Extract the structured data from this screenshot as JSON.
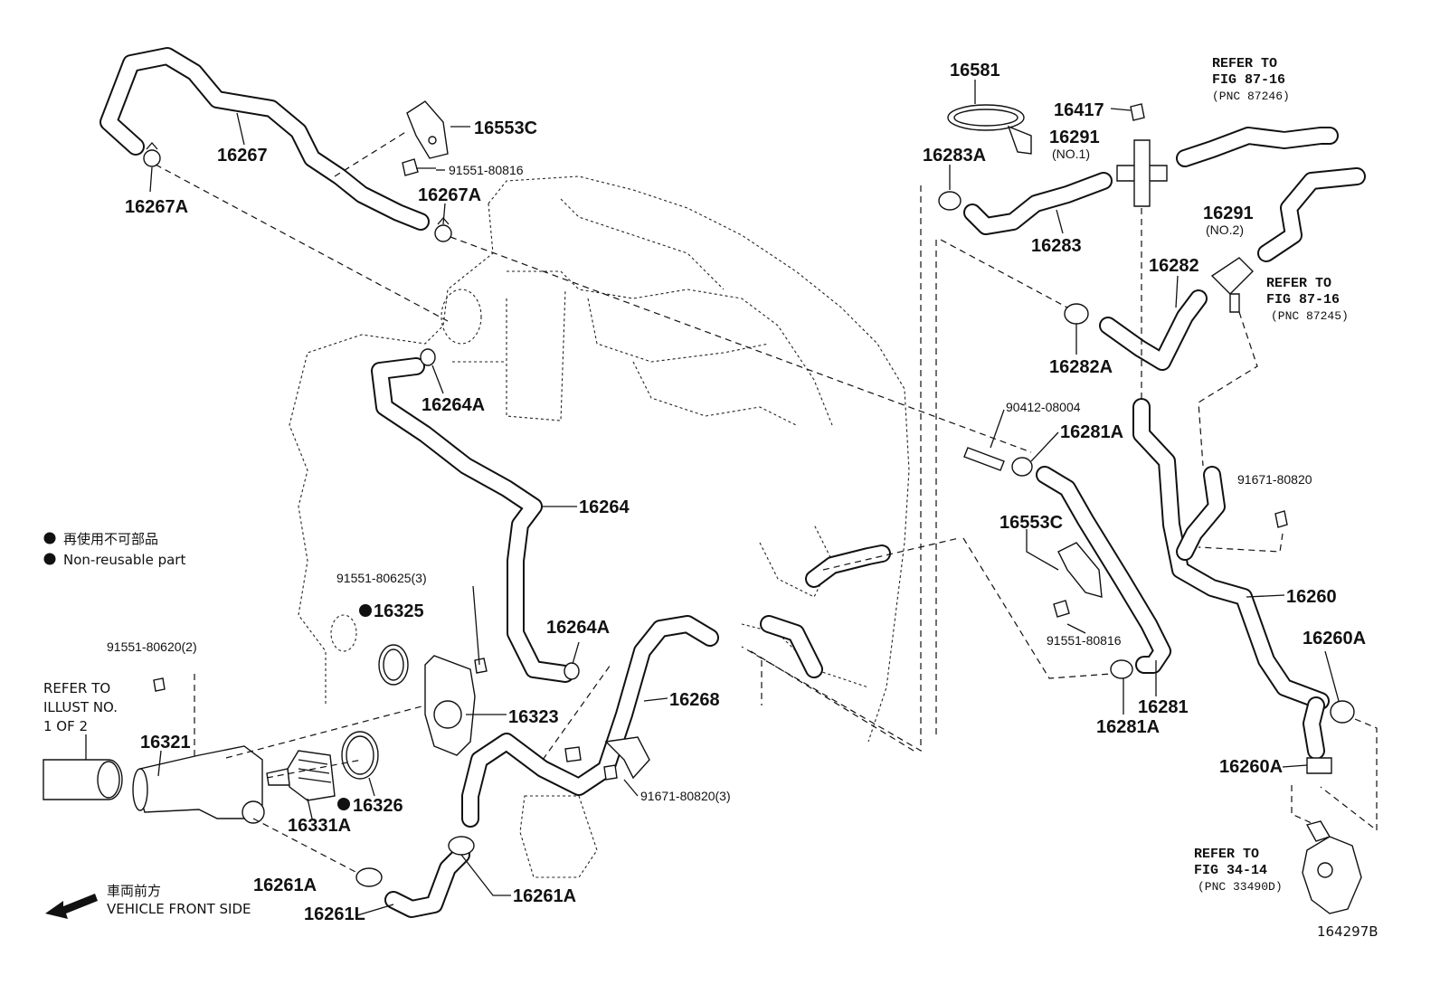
{
  "parts": {
    "p16267": "16267",
    "p16267A_1": "16267A",
    "p16553C_1": "16553C",
    "p91551_80816_1": "91551-80816",
    "p16267A_2": "16267A",
    "p16264A_1": "16264A",
    "p16264": "16264",
    "p91551_80625": "91551-80625(3)",
    "p16325": "16325",
    "p91551_80620": "91551-80620(2)",
    "p16264A_2": "16264A",
    "p16268": "16268",
    "p16323": "16323",
    "p16321": "16321",
    "p16326": "16326",
    "p16331A": "16331A",
    "p91671_80820_3": "91671-80820(3)",
    "p16261A_1": "16261A",
    "p16261A_2": "16261A",
    "p16261L": "16261L",
    "p16581": "16581",
    "p16283A": "16283A",
    "p16283": "16283",
    "p16417": "16417",
    "p16291_1": "16291",
    "p16291_1_sub": "(NO.1)",
    "p16291_2": "16291",
    "p16291_2_sub": "(NO.2)",
    "p16282": "16282",
    "p16282A": "16282A",
    "p90412_08004": "90412-08004",
    "p16281A_1": "16281A",
    "p16553C_2": "16553C",
    "p91551_80816_2": "91551-80816",
    "p16281": "16281",
    "p16281A_2": "16281A",
    "p91671_80820": "91671-80820",
    "p16260": "16260",
    "p16260A_1": "16260A",
    "p16260A_2": "16260A"
  },
  "refs": {
    "ref1_l1": "REFER TO",
    "ref1_l2": "FIG 87-16",
    "ref1_l3": "(PNC 87246)",
    "ref2_l1": "REFER TO",
    "ref2_l2": "FIG 87-16",
    "ref2_l3": "(PNC 87245)",
    "ref3_l1": "REFER TO",
    "ref3_l2": "FIG 34-14",
    "ref3_l3": "(PNC 33490D)",
    "ref4_l1": "REFER TO",
    "ref4_l2": "ILLUST NO.",
    "ref4_l3": "1 OF 2"
  },
  "legend": {
    "jp": "再使用不可部品",
    "en": "Non-reusable part"
  },
  "front": {
    "jp": "車両前方",
    "en": "VEHICLE FRONT SIDE"
  },
  "figure_id": "164297B"
}
